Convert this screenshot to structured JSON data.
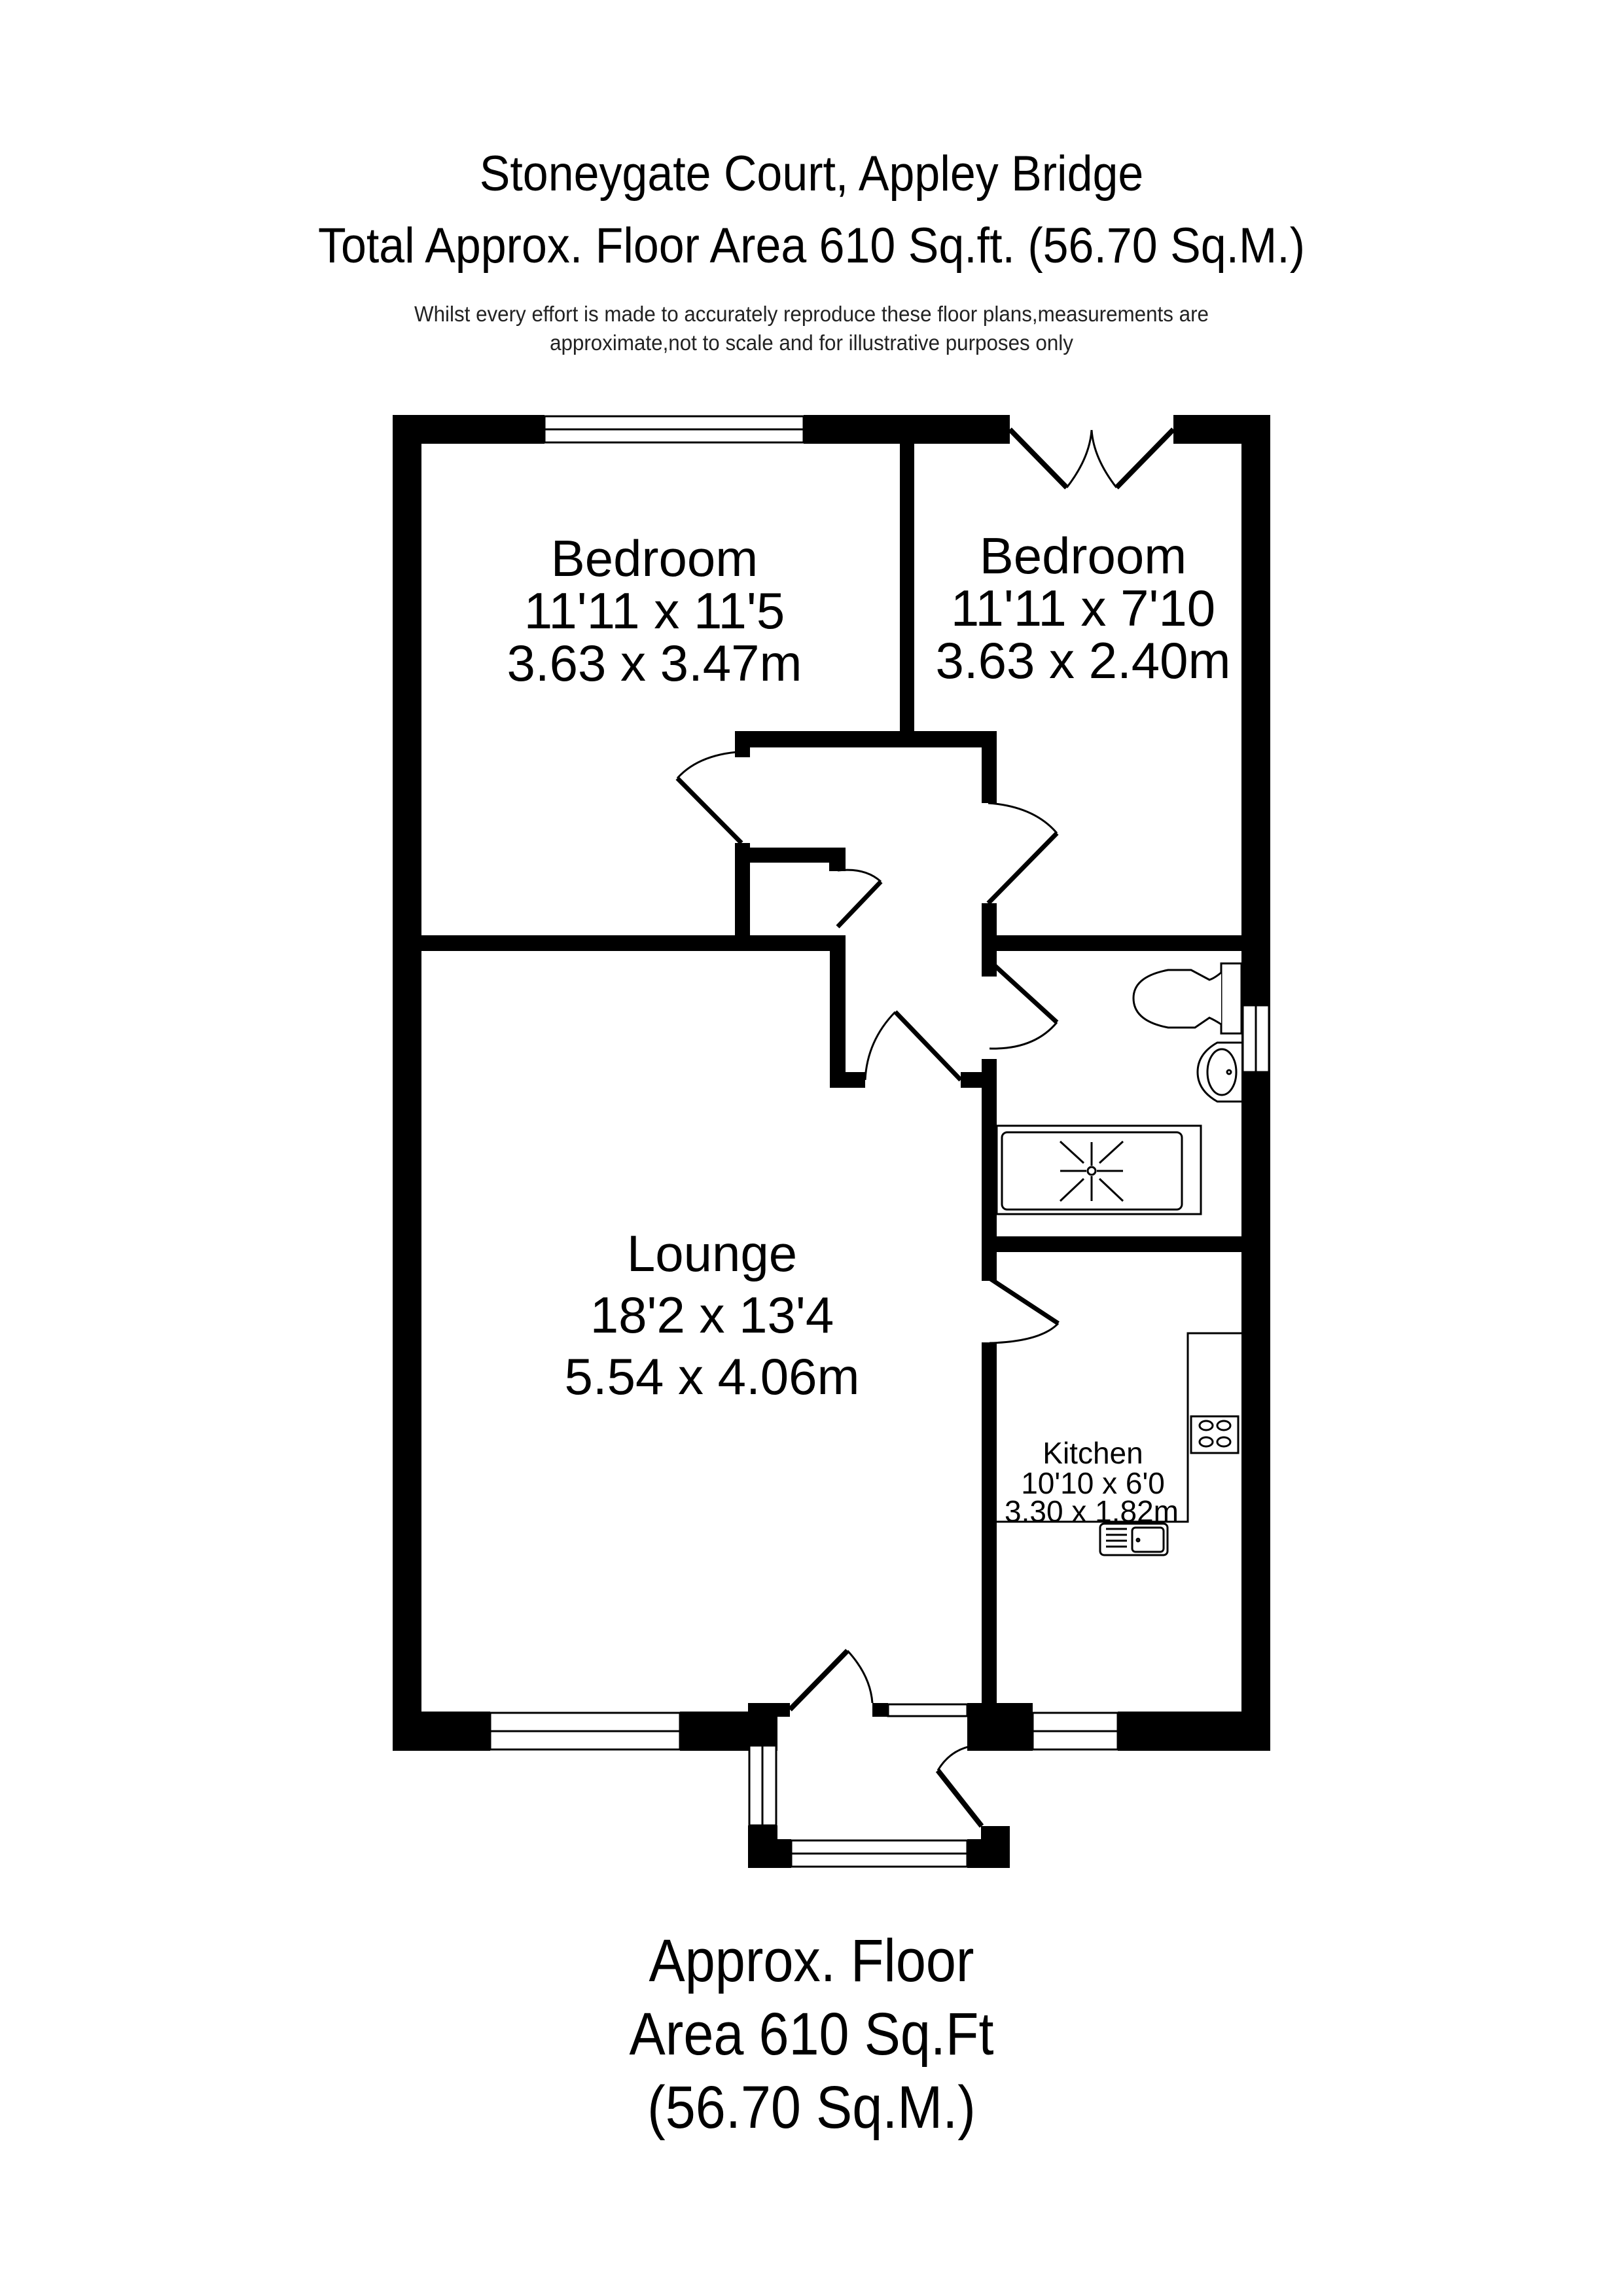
{
  "header": {
    "title": "Stoneygate Court, Appley Bridge",
    "subtitle": "Total Approx. Floor Area 610 Sq.ft. (56.70 Sq.M.)",
    "disclaimer_line1": "Whilst every effort is made to accurately reproduce these floor plans,measurements are",
    "disclaimer_line2": "approximate,not to scale and for illustrative purposes only"
  },
  "rooms": [
    {
      "id": "bedroom-1",
      "name": "Bedroom",
      "imperial": "11'11 x 11'5",
      "metric": "3.63 x 3.47m"
    },
    {
      "id": "bedroom-2",
      "name": "Bedroom",
      "imperial": "11'11 x 7'10",
      "metric": "3.63 x 2.40m"
    },
    {
      "id": "lounge",
      "name": "Lounge",
      "imperial": "18'2 x 13'4",
      "metric": "5.54 x 4.06m"
    },
    {
      "id": "kitchen",
      "name": "Kitchen",
      "imperial": "10'10 x 6'0",
      "metric": "3.30 x 1.82m"
    }
  ],
  "fixtures": [
    "toilet-icon",
    "basin-icon",
    "shower-tray-icon",
    "hob-icon",
    "sink-icon"
  ],
  "footer": {
    "line1": "Approx. Floor",
    "line2": "Area 610 Sq.Ft",
    "line3": "(56.70 Sq.M.)"
  },
  "colors": {
    "wall": "#000000",
    "background": "#ffffff"
  }
}
